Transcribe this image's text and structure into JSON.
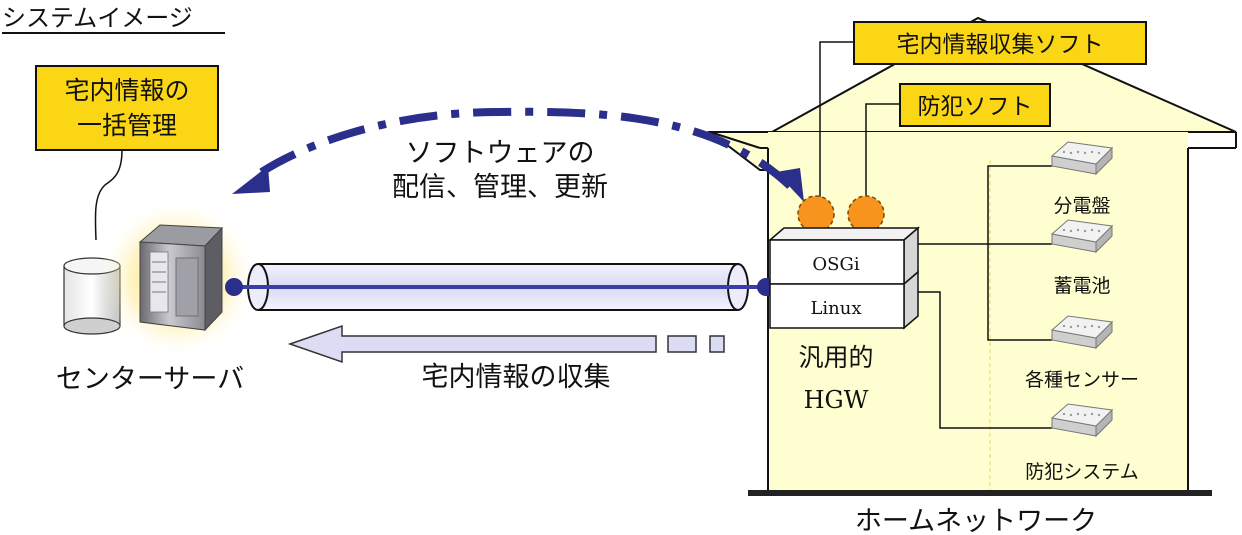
{
  "title": "システムイメージ",
  "callouts": {
    "server_info_line1": "宅内情報の",
    "server_info_line2": "一括管理",
    "collect_soft": "宅内情報収集ソフト",
    "security_soft": "防犯ソフト"
  },
  "server": {
    "label": "センターサーバ"
  },
  "flows": {
    "software_line1": "ソフトウェアの",
    "software_line2": "配信、管理、更新",
    "collection": "宅内情報の収集"
  },
  "hgw": {
    "layer_top": "OSGi",
    "layer_bottom": "Linux",
    "label_line1": "汎用的",
    "label_line2": "HGW"
  },
  "devices": [
    "分電盤",
    "蓄電池",
    "各種センサー",
    "防犯システム"
  ],
  "home_network": {
    "label": "ホームネットワーク"
  },
  "colors": {
    "callout_fill": "#fbd615",
    "house_fill": "#fefed0",
    "arrow_blue": "#2b2f8c",
    "pipe_fill": "#e6e6fa",
    "bundle_orange": "#f7941d"
  }
}
